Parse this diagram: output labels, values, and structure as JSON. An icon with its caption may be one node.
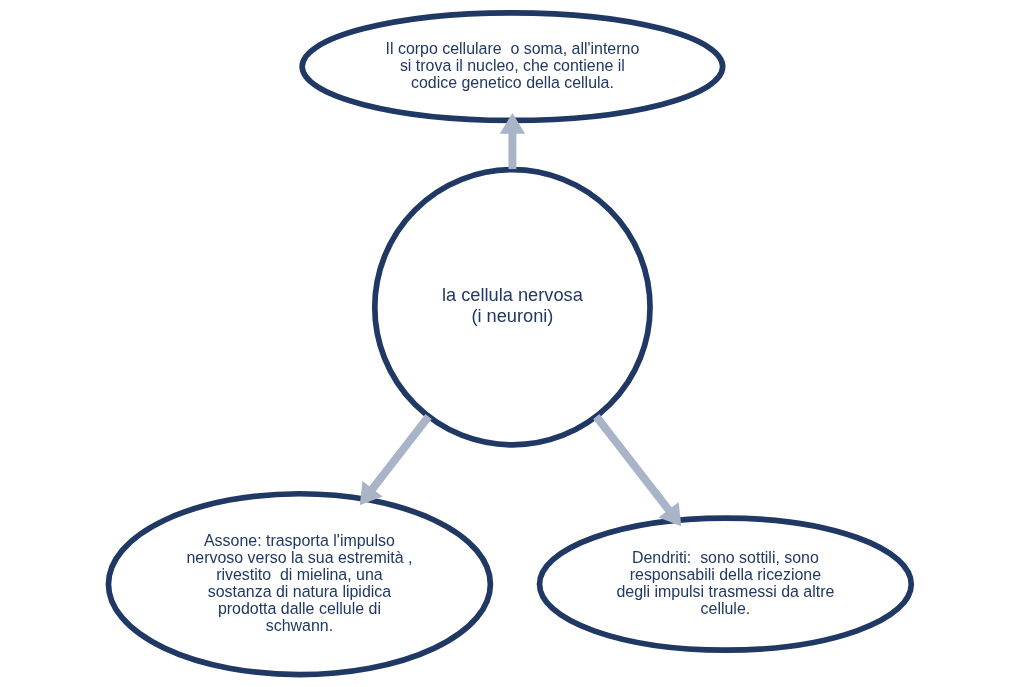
{
  "diagram": {
    "nodes": [
      {
        "text": [
          "la cellula nervosa",
          "(i neuroni)"
        ]
      },
      {
        "text": [
          "Il corpo cellulare  o soma, all'interno si trova il nucleo, che contiene il codice genetico della cellula."
        ]
      },
      {
        "text": [
          "Assone: trasporta l'impulso nervoso verso la sua estremità , rivestito  di mielina, una sostanza di natura lipidica prodotta dalle cellule di schwann."
        ]
      },
      {
        "text": [
          "Dendriti:  sono sottili, sono responsabili della ricezione degli impulsi trasmessi da altre cellule."
        ]
      }
    ],
    "edges": [
      {
        "from": 0,
        "to": 1,
        "arrow": "to"
      },
      {
        "from": 0,
        "to": 2,
        "arrow": "to"
      },
      {
        "from": 0,
        "to": 3,
        "arrow": "to"
      }
    ]
  }
}
